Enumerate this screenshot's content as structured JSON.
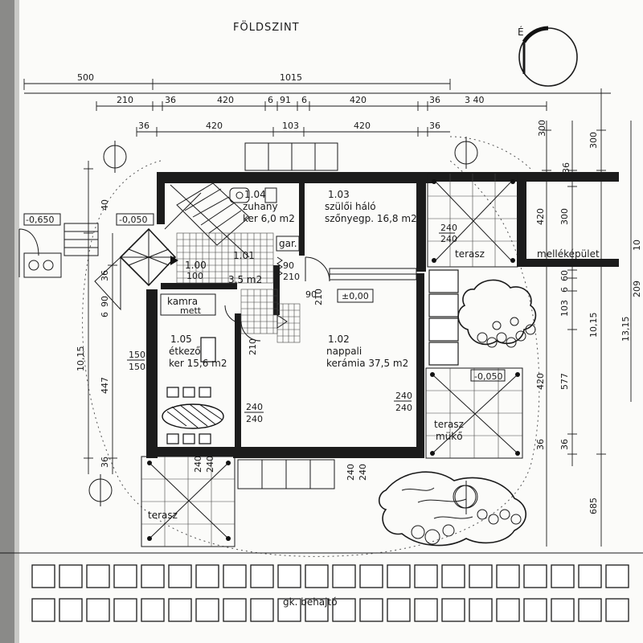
{
  "title": "FÖLDSZINT",
  "north_label": "É",
  "rooms": {
    "r104_num": "1.04",
    "r104_name": "zuhany",
    "r104_area": "ker 6,0 m2",
    "r103_num": "1.03",
    "r103_name": "szülői háló",
    "r103_area": "szőnyegp. 16,8 m2",
    "r102_num": "1.02",
    "r102_name": "nappali",
    "r102_area": "kerámia 37,5 m2",
    "r105_num": "1.05",
    "r105_name": "étkező",
    "r105_area": "ker 15,6 m2",
    "r100_num": "1.00",
    "r100_sub": "3,5 m2",
    "r101_num": "1.01",
    "kamra": "kamra",
    "kamra_sub": "mett",
    "gar": "gar.",
    "level_zero": "±0,00"
  },
  "outside": {
    "terasz_ne": "terasz",
    "terasz_se": "terasz",
    "terasz_se_sub": "mükő",
    "terasz_sw": "terasz",
    "mellekepulet": "melléképület",
    "behajto": "gk. behajtó",
    "lvl_left1": "-0,650",
    "lvl_left2": "-0,050",
    "lvl_right": "-0,050"
  },
  "dims": {
    "top1_a": "500",
    "top1_b": "1015",
    "top2": [
      "210",
      "36",
      "420",
      "6",
      "91",
      "6",
      "420",
      "36",
      "3 40"
    ],
    "top3": [
      "36",
      "420",
      "103",
      "420",
      "36"
    ],
    "right": [
      "300",
      "300",
      "36",
      "420",
      "300",
      "6",
      "60",
      "103",
      "420",
      "577",
      "36",
      "36",
      "10,15",
      "13,15",
      "685",
      "209",
      "10"
    ],
    "left": [
      "40",
      "36",
      "6",
      "90",
      "10,15",
      "447",
      "36"
    ],
    "inner": [
      "240",
      "240",
      "90",
      "210",
      "90",
      "210",
      "100",
      "210",
      "150",
      "150",
      "240",
      "240",
      "240",
      "240",
      "240",
      "240",
      "240",
      "240"
    ]
  }
}
